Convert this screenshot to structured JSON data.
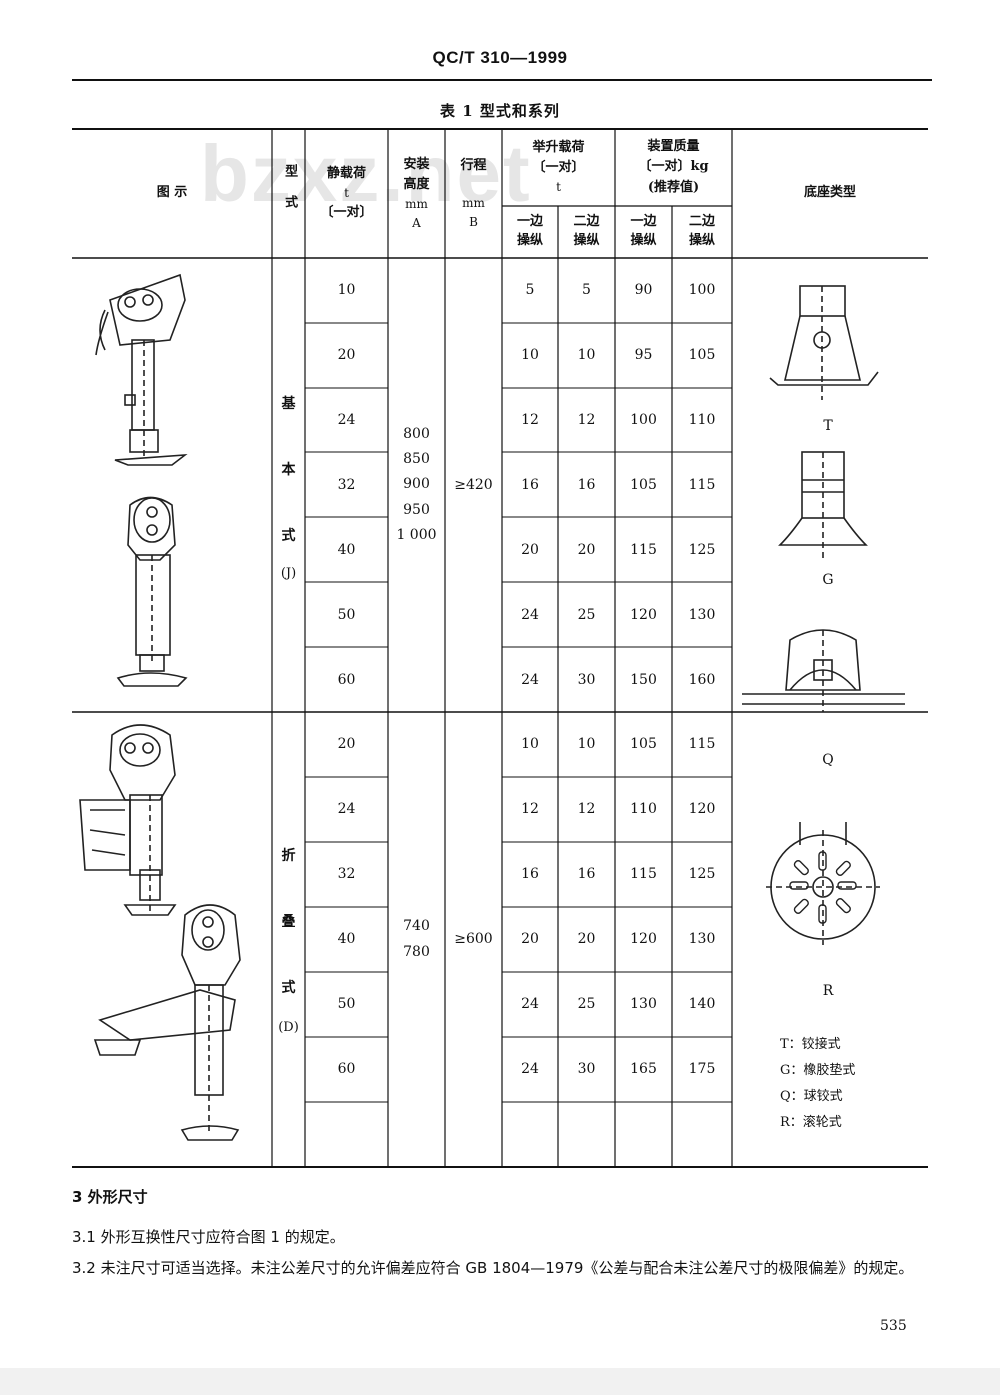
{
  "header": {
    "standard_code": "QC/T 310—1999"
  },
  "watermark": "bzxz.net",
  "table": {
    "title": "表 1   型式和系列",
    "columns": {
      "figure": "图    示",
      "type": "型式",
      "static_load": {
        "label": "静载荷",
        "unit": "t",
        "note": "〔一对〕"
      },
      "install_height": {
        "label": "安装高度",
        "unit": "mm",
        "symbol": "A"
      },
      "stroke": {
        "label": "行程",
        "unit": "mm",
        "symbol": "B"
      },
      "lift_load": {
        "label": "举升载荷",
        "note": "〔一对〕",
        "unit": "t",
        "sub": [
          "一边操纵",
          "二边操纵"
        ]
      },
      "device_mass": {
        "label": "装置质量",
        "note": "〔一对〕kg",
        "note2": "(推荐值)",
        "sub": [
          "一边操纵",
          "二边操纵"
        ]
      },
      "base_type": "底座类型"
    },
    "groups": [
      {
        "type_chars": [
          "基",
          "本",
          "式"
        ],
        "type_code": "(J)",
        "install_heights": [
          "800",
          "850",
          "900",
          "950",
          "1 000"
        ],
        "stroke": "≥420",
        "rows": [
          [
            "10",
            "5",
            "5",
            "90",
            "100"
          ],
          [
            "20",
            "10",
            "10",
            "95",
            "105"
          ],
          [
            "24",
            "12",
            "12",
            "100",
            "110"
          ],
          [
            "32",
            "16",
            "16",
            "105",
            "115"
          ],
          [
            "40",
            "20",
            "20",
            "115",
            "125"
          ],
          [
            "50",
            "24",
            "25",
            "120",
            "130"
          ],
          [
            "60",
            "24",
            "30",
            "150",
            "160"
          ]
        ]
      },
      {
        "type_chars": [
          "折",
          "叠",
          "式"
        ],
        "type_code": "(D)",
        "install_heights": [
          "740",
          "780"
        ],
        "stroke": "≥600",
        "rows": [
          [
            "20",
            "10",
            "10",
            "105",
            "115"
          ],
          [
            "24",
            "12",
            "12",
            "110",
            "120"
          ],
          [
            "32",
            "16",
            "16",
            "115",
            "125"
          ],
          [
            "40",
            "20",
            "20",
            "120",
            "130"
          ],
          [
            "50",
            "24",
            "25",
            "130",
            "140"
          ],
          [
            "60",
            "24",
            "30",
            "165",
            "175"
          ],
          [
            "",
            "",
            "",
            "",
            ""
          ]
        ]
      }
    ],
    "base_types": {
      "labels": [
        "T",
        "G",
        "Q",
        "R"
      ]
    },
    "legend": [
      "T：铰接式",
      "G：橡胶垫式",
      "Q：球铰式",
      "R：滚轮式"
    ]
  },
  "sections": {
    "s3": "3   外形尺寸",
    "s3_1": "3.1   外形互换性尺寸应符合图 1 的规定。",
    "s3_2": "3.2   未注尺寸可适当选择。未注公差尺寸的允许偏差应符合 GB 1804—1979《公差与配合未注公差尺寸的极限偏差》的规定。"
  },
  "page_number": "535"
}
